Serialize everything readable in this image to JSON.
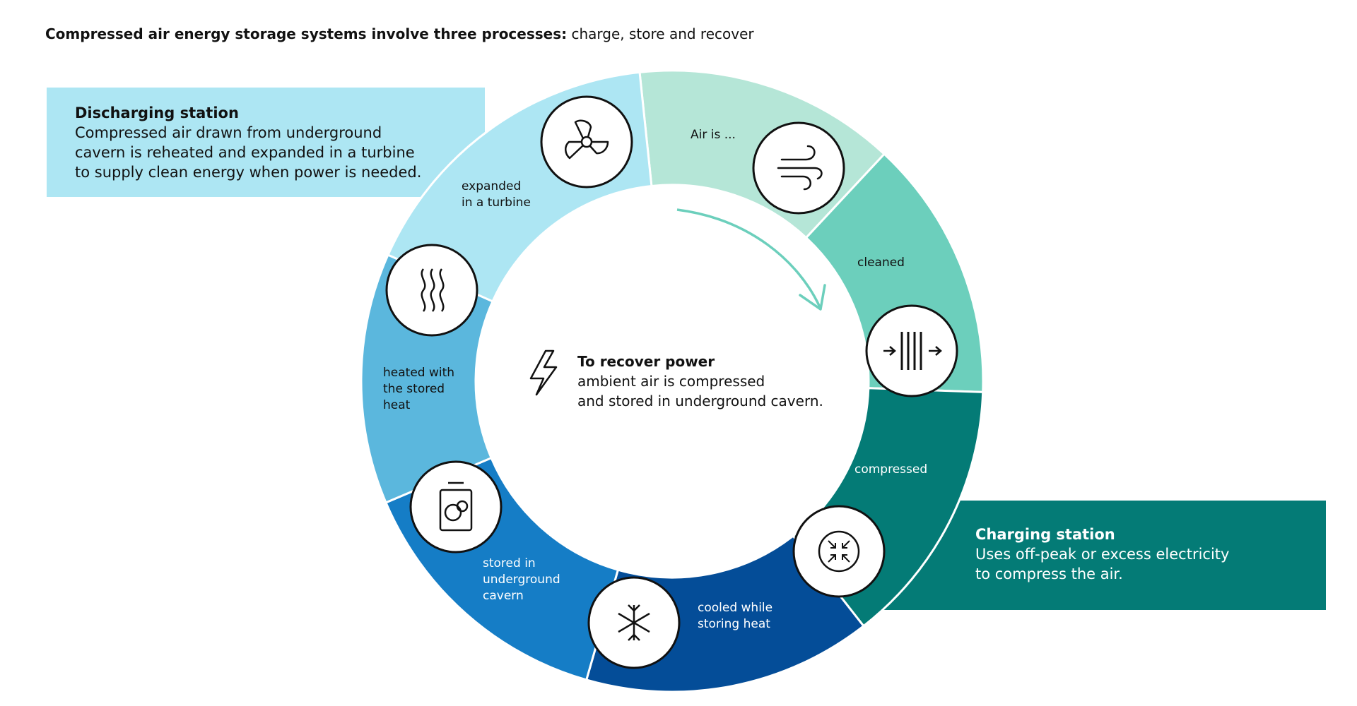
{
  "title": {
    "bold": "Compressed air energy storage systems involve three processes:",
    "normal": " charge, store and recover"
  },
  "discharging_station": {
    "heading": "Discharging station",
    "body": "Compressed air drawn from underground\ncavern is reheated and expanded in a turbine\nto supply clean energy when power is needed."
  },
  "charging_station": {
    "heading": "Charging station",
    "body": "Uses off-peak or excess electricity\nto compress the air."
  },
  "center": {
    "heading": "To recover power",
    "body": "ambient air is compressed\nand stored in underground cavern."
  },
  "steps": [
    {
      "label": "Air is ...",
      "icon": "wind-icon",
      "color": "#b5e6d7"
    },
    {
      "label": "cleaned",
      "icon": "filter-icon",
      "color": "#6ccfbc"
    },
    {
      "label": "compressed",
      "icon": "compress-icon",
      "color": "#047b76"
    },
    {
      "label": "cooled while\nstoring heat",
      "icon": "snowflake-icon",
      "color": "#044d98"
    },
    {
      "label": "stored in\nunderground\ncavern",
      "icon": "storage-tank-icon",
      "color": "#157dc6"
    },
    {
      "label": "heated with\nthe stored\nheat",
      "icon": "heat-waves-icon",
      "color": "#5bb7dd"
    },
    {
      "label": "expanded\nin a turbine",
      "icon": "turbine-icon",
      "color": "#ade6f3"
    }
  ],
  "colors": {
    "discharge_panel": "#ade6f3",
    "charge_panel": "#047b76",
    "flow_arrow": "#6ccfbc"
  }
}
